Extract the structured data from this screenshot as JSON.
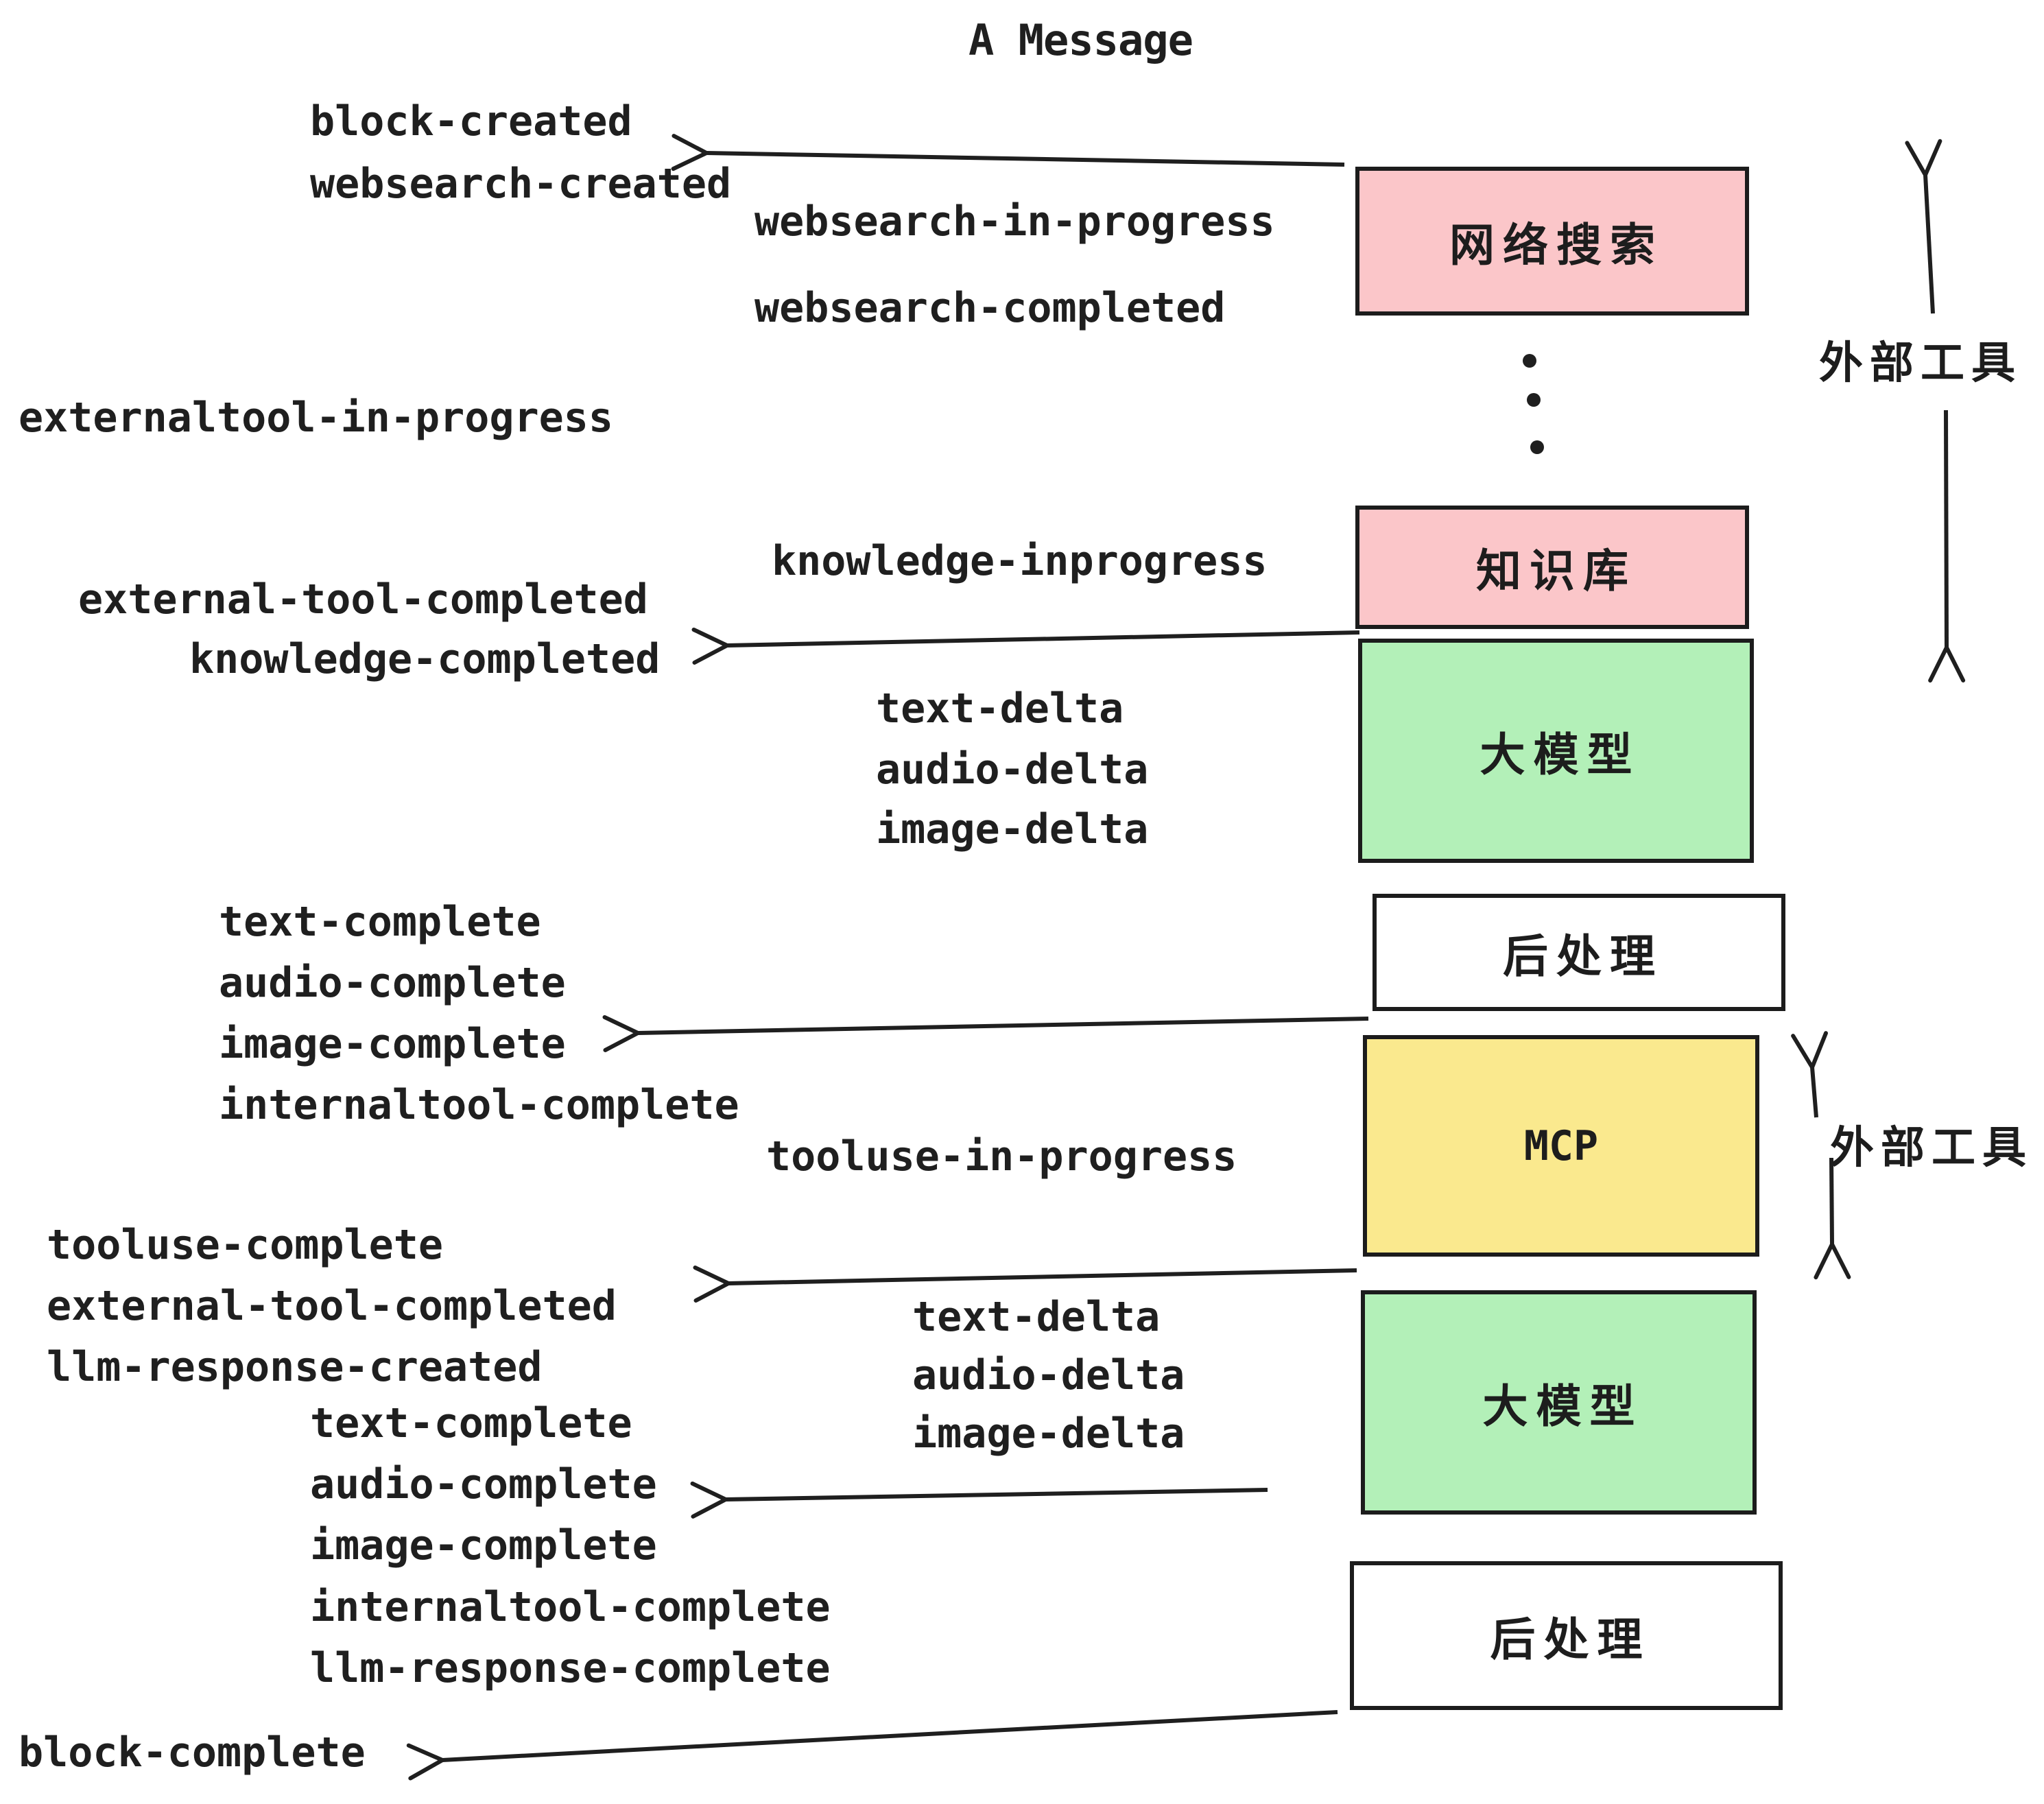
{
  "title": "A Message",
  "colors": {
    "pink": "#fbc6c9",
    "green": "#b3f0b8",
    "yellow": "#fae98e",
    "white": "#ffffff",
    "ink": "#1f1f1f",
    "background": "#ffffff"
  },
  "nodes": {
    "websearch": {
      "label": "网络搜索",
      "fill": "#fbc6c9"
    },
    "knowledge": {
      "label": "知识库",
      "fill": "#fbc6c9"
    },
    "llm_top": {
      "label": "大模型",
      "fill": "#b3f0b8"
    },
    "postprocess_top": {
      "label": "后处理",
      "fill": "#ffffff"
    },
    "mcp": {
      "label": "MCP",
      "fill": "#fae98e"
    },
    "llm_bottom": {
      "label": "大模型",
      "fill": "#b3f0b8"
    },
    "postprocess_bottom": {
      "label": "后处理",
      "fill": "#ffffff"
    }
  },
  "annotations": {
    "external_tools": "外部工具"
  },
  "events": {
    "block_created": "block-created",
    "websearch_created": "websearch-created",
    "websearch_in_progress": "websearch-in-progress",
    "websearch_completed": "websearch-completed",
    "externaltool_in_progress": "externaltool-in-progress",
    "knowledge_inprogress": "knowledge-inprogress",
    "external_tool_completed": "external-tool-completed",
    "knowledge_completed": "knowledge-completed",
    "text_delta": "text-delta",
    "audio_delta": "audio-delta",
    "image_delta": "image-delta",
    "text_complete": "text-complete",
    "audio_complete": "audio-complete",
    "image_complete": "image-complete",
    "internaltool_complete": "internaltool-complete",
    "tooluse_in_progress": "tooluse-in-progress",
    "tooluse_complete": "tooluse-complete",
    "llm_response_created": "llm-response-created",
    "llm_response_complete": "llm-response-complete",
    "block_complete": "block-complete"
  }
}
